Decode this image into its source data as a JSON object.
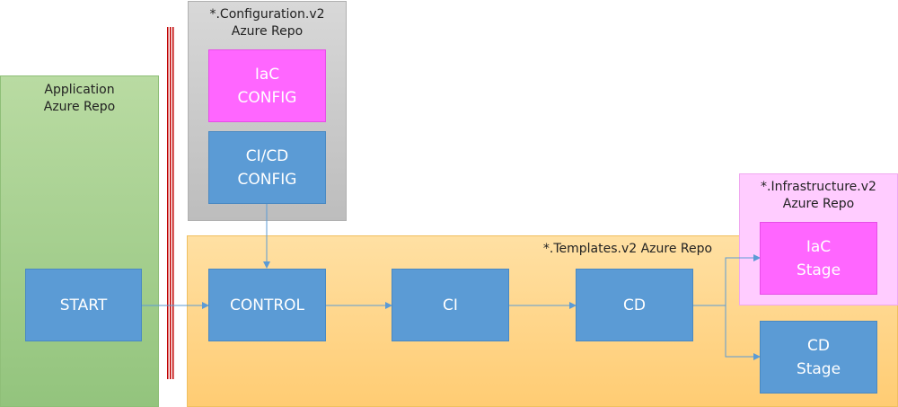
{
  "regions": {
    "application": {
      "line1": "Application",
      "line2": "Azure Repo"
    },
    "configuration": {
      "line1": "*.Configuration.v2",
      "line2": "Azure Repo"
    },
    "templates": {
      "label": "*.Templates.v2 Azure Repo"
    },
    "infrastructure": {
      "line1": "*.Infrastructure.v2",
      "line2": "Azure Repo"
    }
  },
  "boxes": {
    "start": {
      "line1": "START"
    },
    "iac_config": {
      "line1": "IaC",
      "line2": "CONFIG"
    },
    "cicd_config": {
      "line1": "CI/CD",
      "line2": "CONFIG"
    },
    "control": {
      "line1": "CONTROL"
    },
    "ci": {
      "line1": "CI"
    },
    "cd": {
      "line1": "CD"
    },
    "iac_stage": {
      "line1": "IaC",
      "line2": "Stage"
    },
    "cd_stage": {
      "line1": "CD",
      "line2": "Stage"
    }
  },
  "colors": {
    "application_bg": "#a9d18e",
    "configuration_bg": "#c9c9c9",
    "templates_bg": "#ffd58a",
    "infrastructure_bg": "#ffccff",
    "box_blue": "#5b9bd5",
    "box_magenta": "#ff66ff",
    "separator": "#c00000",
    "connector": "#5b9bd5"
  }
}
